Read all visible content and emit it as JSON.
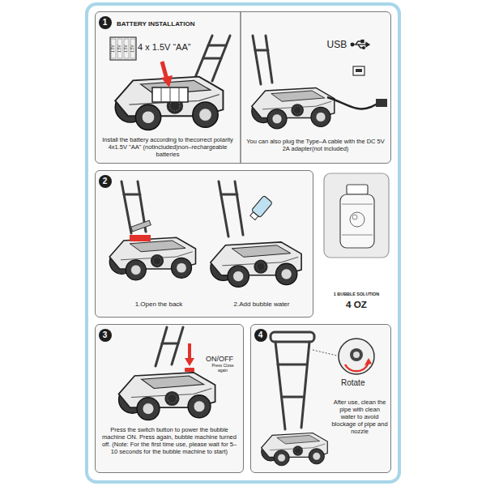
{
  "diagram": {
    "nodes": [
      {
        "text": [
          "BATTERY INSTALLATION"
        ]
      },
      {
        "text": [
          "1"
        ],
        "in": 0
      },
      {
        "text": [
          "4 x 1.5V “AA”",
          "Install the battery according to thecorrect polarity 4x1.5V \"AA\" (notincluded)non–rechargeable batteries"
        ],
        "in": 0
      },
      {
        "text": [
          "USB",
          "You can also plug the Type–A cable with the DC 5V 2A adapter(not included)"
        ],
        "in": 0
      },
      {
        "text": [
          "1.Open the back",
          "2.Add bubble water"
        ]
      },
      {
        "text": [
          "2"
        ],
        "in": 4
      },
      {
        "text": [
          "1 BUBBLE SOLUTION",
          "4 OZ"
        ]
      },
      {
        "text": [
          "Press the switch button to power the bubble machine ON. Press again, bubble machine turned off. (Note: For the first time use, please wait for 5–10 seconds for the bubble machine to start)"
        ]
      },
      {
        "text": [
          "3"
        ],
        "in": 7
      },
      {
        "text": [
          "After use, clean the pipe with clean water to avoid blockage of pipe and nozzle"
        ]
      },
      {
        "text": [
          "4"
        ],
        "in": 9
      }
    ],
    "labels": [
      "1.5V",
      "1.5V",
      "1.5V",
      "1.5V",
      "ON/OFF",
      "Press Close again",
      "Rotate"
    ]
  }
}
